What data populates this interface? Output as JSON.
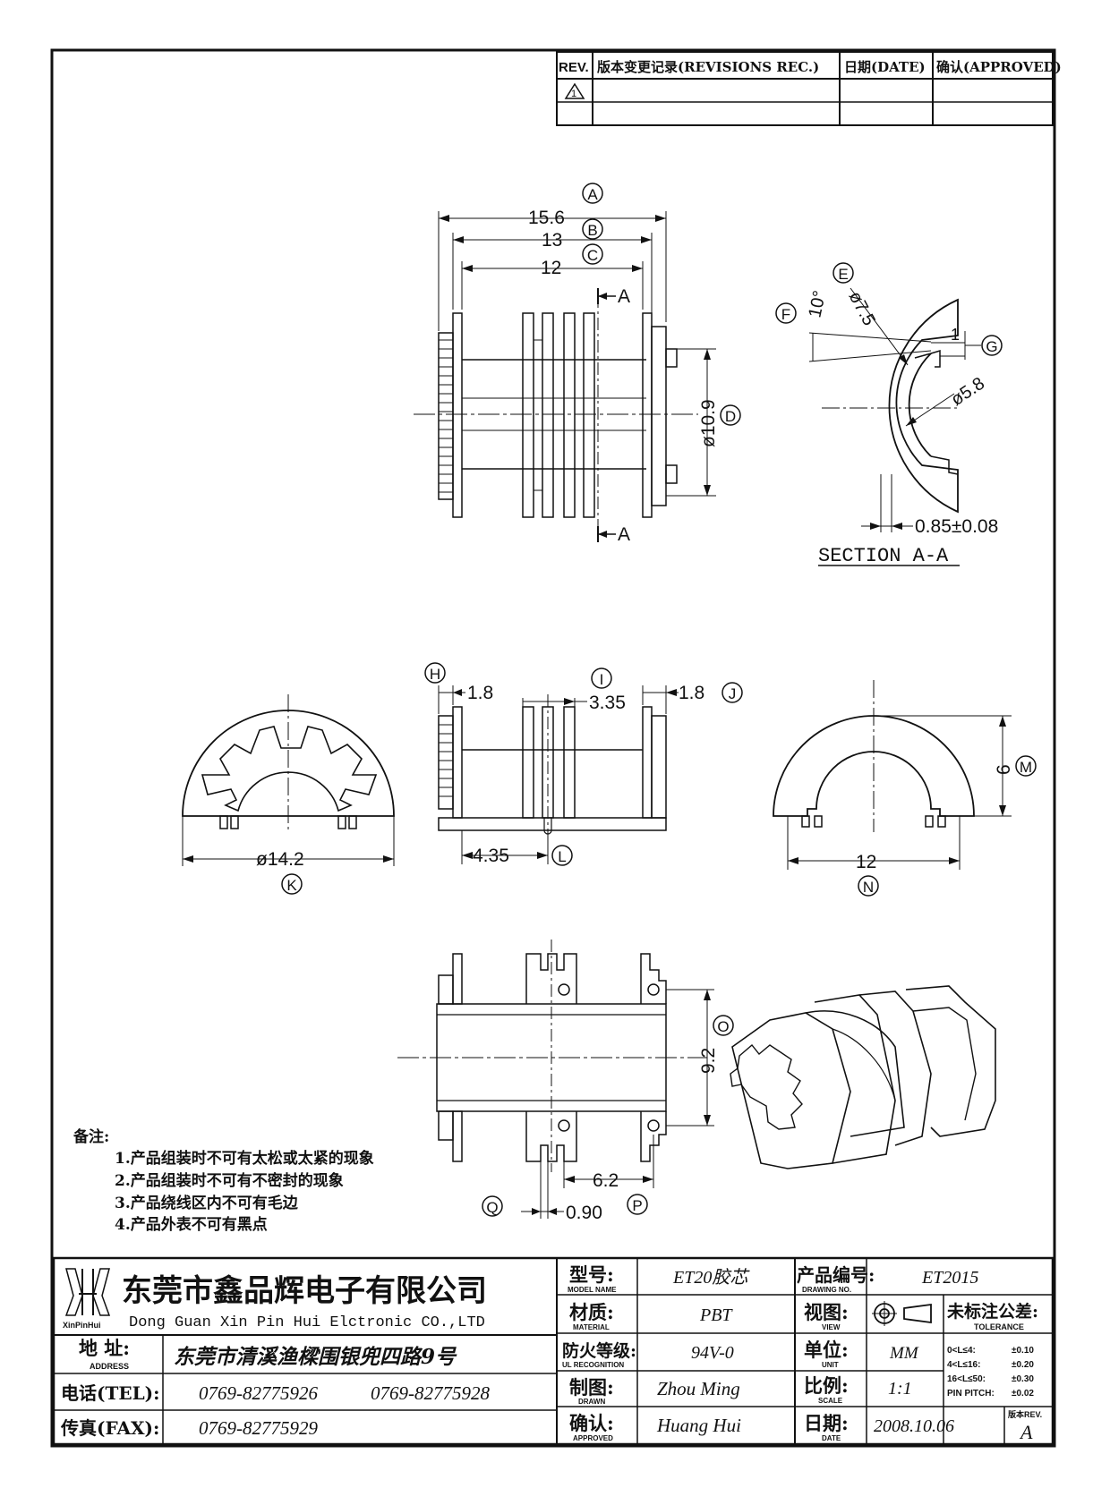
{
  "revision_block": {
    "col_rev": "REV.",
    "col_record": "版本变更记录(REVISIONS REC.)",
    "col_date": "日期(DATE)",
    "col_approved": "确认(APPROVED)",
    "row1_rev": "1"
  },
  "dimensions": {
    "A": {
      "label": "A",
      "value": "15.6"
    },
    "B": {
      "label": "B",
      "value": "13"
    },
    "C": {
      "label": "C",
      "value": "12"
    },
    "D": {
      "label": "D",
      "value": "ø10.9"
    },
    "E": {
      "label": "E",
      "value": "ø7.5"
    },
    "F": {
      "label": "F",
      "value": "10°"
    },
    "G": {
      "label": "G",
      "value": "1"
    },
    "H": {
      "label": "H",
      "value": "1.8"
    },
    "I": {
      "label": "I",
      "value": "3.35"
    },
    "J": {
      "label": "J",
      "value": "1.8"
    },
    "K": {
      "label": "K",
      "value": "ø14.2"
    },
    "L": {
      "label": "L",
      "value": "4.35"
    },
    "M": {
      "label": "M",
      "value": "6"
    },
    "N": {
      "label": "N",
      "value": "12"
    },
    "O": {
      "label": "O",
      "value": "9.2"
    },
    "P": {
      "label": "P",
      "value": "6.2"
    },
    "Q": {
      "label": "Q",
      "value": "0.90"
    },
    "ID": {
      "value": "ø5.8"
    },
    "wall": {
      "value": "0.85±0.08"
    }
  },
  "section": {
    "marker": "A",
    "title": "SECTION A-A"
  },
  "notes": {
    "heading": "备注:",
    "items": [
      "1.产品组装时不可有太松或太紧的现象",
      "2.产品组装时不可有不密封的现象",
      "3.产品绕线区内不可有毛边",
      "4.产品外表不可有黑点"
    ]
  },
  "title_block": {
    "logo_text": "XinPinHui",
    "company_cn": "东莞市鑫品辉电子有限公司",
    "company_en": "Dong Guan Xin Pin Hui Elctronic CO.,LTD",
    "address_label": "地  址:",
    "address_label_en": "ADDRESS",
    "address": "东莞市清溪渔樑围银兜四路9号",
    "tel_label": "电话(TEL):",
    "tel1": "0769-82775926",
    "tel2": "0769-82775928",
    "fax_label": "传真(FAX):",
    "fax": "0769-82775929",
    "model_label": "型号:",
    "model_label_en": "MODEL NAME",
    "model": "ET20胶芯",
    "material_label": "材质:",
    "material_label_en": "MATERIAL",
    "material": "PBT",
    "ul_label": "防火等级:",
    "ul_label_en": "UL RECOGNITION",
    "ul": "94V-0",
    "drawn_label": "制图:",
    "drawn_label_en": "DRAWN",
    "drawn": "Zhou Ming",
    "approved_label": "确认:",
    "approved_label_en": "APPROVED",
    "approved": "Huang Hui",
    "drawing_no_label": "产品编号:",
    "drawing_no_label_en": "DRAWING NO.",
    "drawing_no": "ET2015",
    "view_label": "视图:",
    "view_label_en": "VIEW",
    "unit_label": "单位:",
    "unit_label_en": "UNIT",
    "unit": "MM",
    "scale_label": "比例:",
    "scale_label_en": "SCALE",
    "scale": "1:1",
    "date_label": "日期:",
    "date_label_en": "DATE",
    "date": "2008.10.06",
    "tolerance_label": "未标注公差:",
    "tolerance_label_en": "TOLERANCE",
    "tol1_range": "0<L≤4:",
    "tol1": "±0.10",
    "tol2_range": "4<L≤16:",
    "tol2": "±0.20",
    "tol3_range": "16<L≤50:",
    "tol3": "±0.30",
    "tol4_range": "PIN PITCH:",
    "tol4": "±0.02",
    "rev_label": "版本REV.",
    "rev": "A"
  }
}
